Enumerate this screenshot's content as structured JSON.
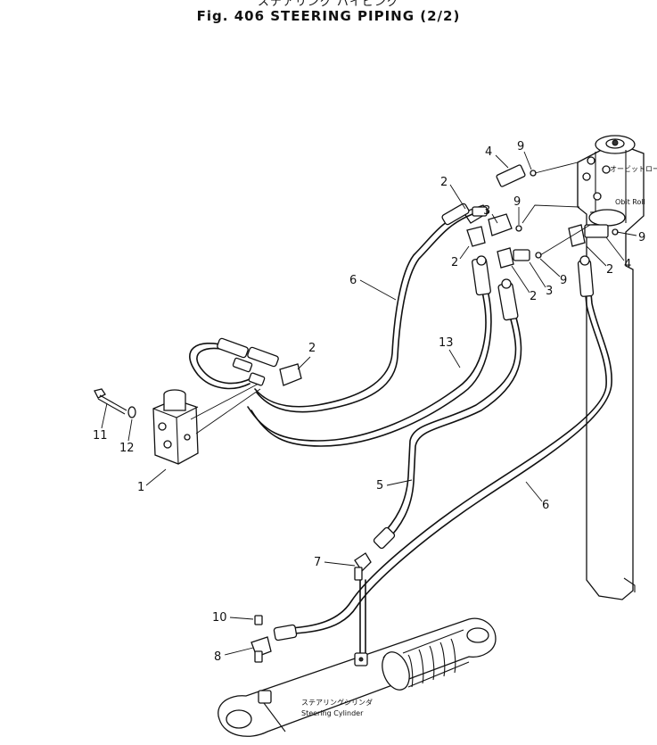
{
  "title": {
    "japanese": "ステアリング パイピング",
    "english": "Fig. 406  STEERING  PIPING  (2/2)"
  },
  "labels": {
    "orbit_roll_jp": "オービットロール",
    "orbit_roll_en": "Obit  Roll",
    "cylinder_jp": "ステアリングシリンダ",
    "cylinder_en": "Steering  Cylinder"
  },
  "callouts": {
    "n1": "1",
    "n2a": "2",
    "n2b": "2",
    "n2c": "2",
    "n2d": "2",
    "n2e": "2",
    "n3a": "3",
    "n3b": "3",
    "n4a": "4",
    "n4b": "4",
    "n5": "5",
    "n6a": "6",
    "n6b": "6",
    "n7": "7",
    "n8": "8",
    "n9a": "9",
    "n9b": "9",
    "n9c": "9",
    "n9d": "9",
    "n10": "10",
    "n11": "11",
    "n12": "12",
    "n13": "13"
  }
}
